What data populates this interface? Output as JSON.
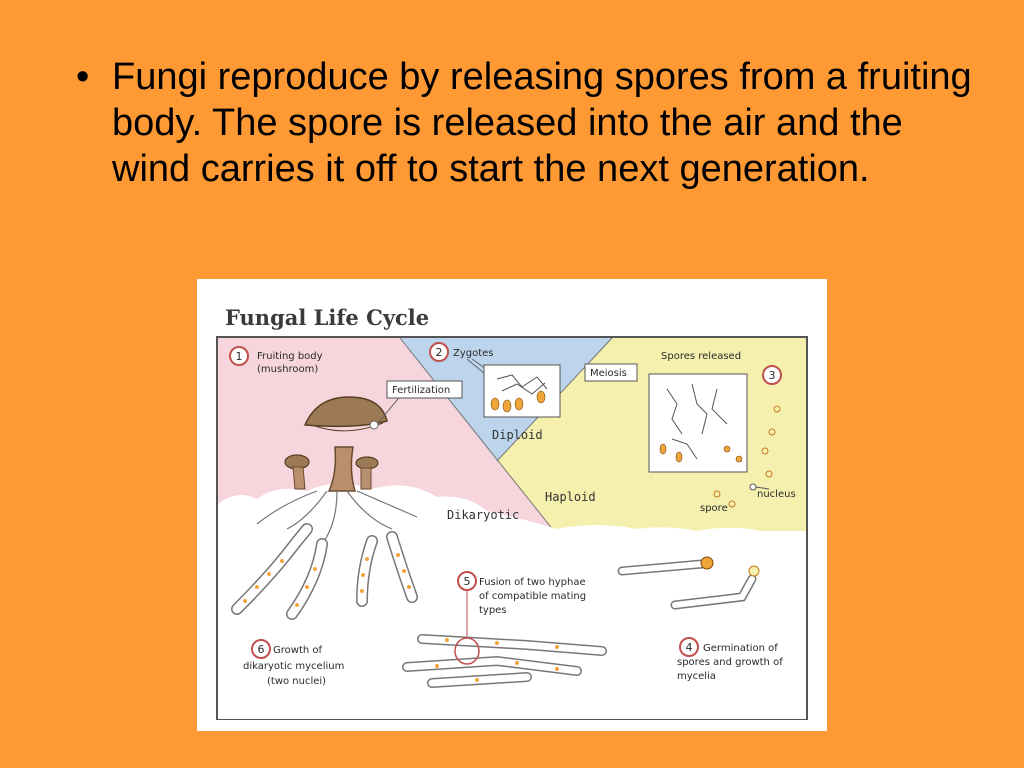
{
  "slide": {
    "bullet_symbol": "•",
    "bullet_text": "Fungi reproduce by releasing spores from a fruiting body.  The spore is released into the air and the wind carries it off to start the next generation."
  },
  "diagram": {
    "title": "Fungal Life Cycle",
    "regions": {
      "diploid": "Diploid",
      "haploid": "Haploid",
      "dikaryotic": "Dikaryotic"
    },
    "steps": [
      {
        "number": "1",
        "line1": "Fruiting body",
        "line2": "(mushroom)"
      },
      {
        "number": "2",
        "line1": "Zygotes"
      },
      {
        "number": "3",
        "line1": "Spores released"
      },
      {
        "number": "4",
        "line1": "Germination of",
        "line2": "spores and growth of",
        "line3": "mycelia"
      },
      {
        "number": "5",
        "line1": "Fusion of two hyphae",
        "line2": "of compatible mating",
        "line3": "types"
      },
      {
        "number": "6",
        "line1": "Growth of",
        "line2": "dikaryotic mycelium",
        "line3": "(two nuclei)"
      }
    ],
    "boxes": {
      "fertilization": "Fertilization",
      "meiosis": "Meiosis"
    },
    "labels": {
      "nucleus": "nucleus",
      "spore": "spore"
    },
    "colors": {
      "slide_bg": "#FF9933",
      "dikaryotic_region": "#F6D5DC",
      "diploid_region": "#BCD4EC",
      "haploid_region": "#F6F0AE",
      "mushroom_cap": "#9C7A55",
      "hyphae_dot": "#F0A53A"
    }
  }
}
